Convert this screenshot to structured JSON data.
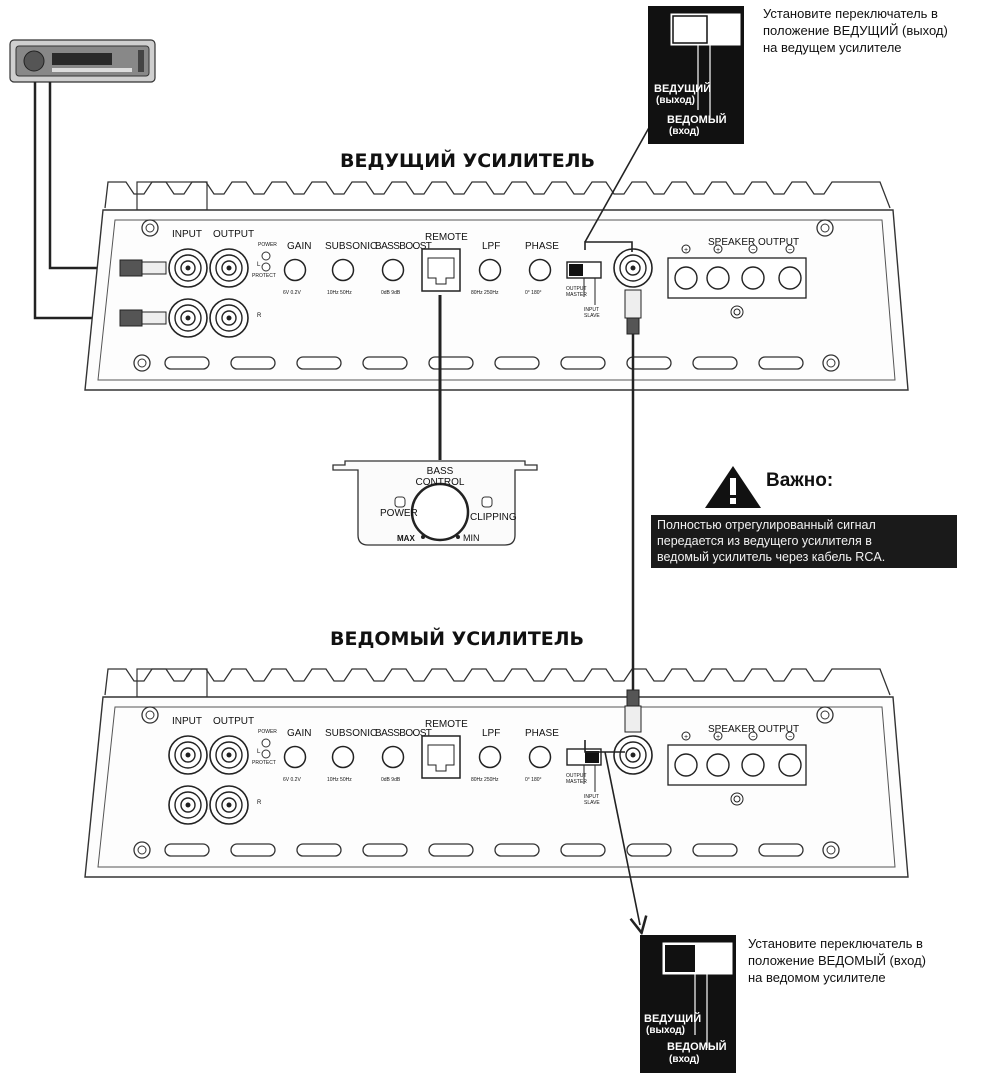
{
  "titles": {
    "master": "ВЕДУЩИЙ УСИЛИТЕЛЬ",
    "slave": "ВЕДОМЫЙ УСИЛИТЕЛЬ"
  },
  "notes": {
    "top": [
      "Установите переключатель в",
      "положение ВЕДУЩИЙ (выход)",
      "на ведущем усилителе"
    ],
    "bottom": [
      "Установите переключатель в",
      "положение ВЕДОМЫЙ (вход)",
      "на ведомом усилителе"
    ]
  },
  "switch_card": {
    "master_label": "ВЕДУЩИЙ",
    "master_sub": "(выход)",
    "slave_label": "ВЕДОМЫЙ",
    "slave_sub": "(вход)"
  },
  "warning": {
    "title": "Важно:",
    "lines": [
      "Полностью отрегулированный сигнал",
      "передается из ведущего усилителя  в",
      "ведомый усилитель через кабель RCA."
    ]
  },
  "amp_panel": {
    "input": "INPUT",
    "output": "OUTPUT",
    "power": "POWER",
    "protect": "PROTECT",
    "l": "L",
    "r": "R",
    "gain": "GAIN",
    "gain_ticks": "6V  0.2V",
    "subsonic": "SUBSONIC",
    "subsonic_ticks": "10Hz  50Hz",
    "bassboost": "BASSBOOST",
    "bassboost_ticks": "0dB  9dB",
    "remote": "REMOTE",
    "lpf": "LPF",
    "lpf_ticks": "80Hz  250Hz",
    "phase": "PHASE",
    "phase_ticks": "0°   180°",
    "output_master": [
      "OUTPUT",
      "MASTER"
    ],
    "input_slave": [
      "INPUT",
      "SLAVE"
    ],
    "speaker_output": "SPEAKER OUTPUT",
    "plus": "+",
    "minus": "−"
  },
  "bass_control": {
    "title_1": "BASS",
    "title_2": "CONTROL",
    "power": "POWER",
    "clipping": "CLIPPING",
    "max": "MAX",
    "min": "MIN"
  },
  "colors": {
    "line": "#222222",
    "card": "#111111",
    "warning_bg": "#1a1a1a"
  }
}
